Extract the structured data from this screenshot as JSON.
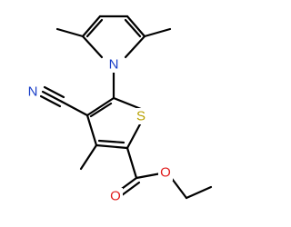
{
  "molecule": {
    "atoms": {
      "nitrogen_pyrrole": {
        "symbol": "N",
        "color": "#1a3fc8"
      },
      "nitrogen_nitrile": {
        "symbol": "N",
        "color": "#1a3fc8"
      },
      "sulfur": {
        "symbol": "S",
        "color": "#b8a000"
      },
      "oxygen_carbonyl": {
        "symbol": "O",
        "color": "#e01b1b"
      },
      "oxygen_ester": {
        "symbol": "O",
        "color": "#e01b1b"
      }
    },
    "bond_color": "#000000"
  }
}
